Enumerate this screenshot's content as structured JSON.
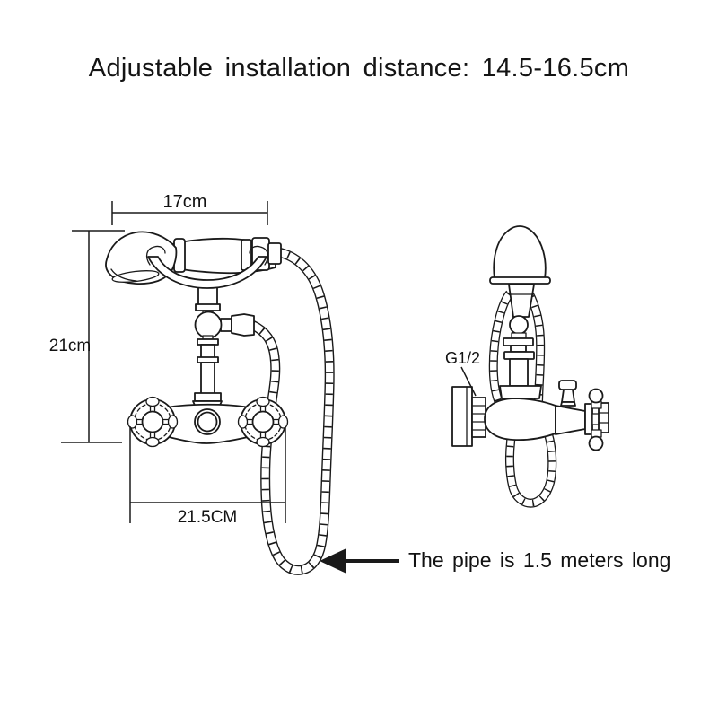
{
  "title": "Adjustable installation distance: 14.5-16.5cm",
  "front_view": {
    "top_width_label": "17cm",
    "height_label": "21cm",
    "bottom_width_label": "21.5CM"
  },
  "side_view": {
    "thread_size_label": "G1/2"
  },
  "hose_note": "The pipe is 1.5 meters long",
  "colors": {
    "ink": "#1a1a1a",
    "background": "#ffffff"
  }
}
